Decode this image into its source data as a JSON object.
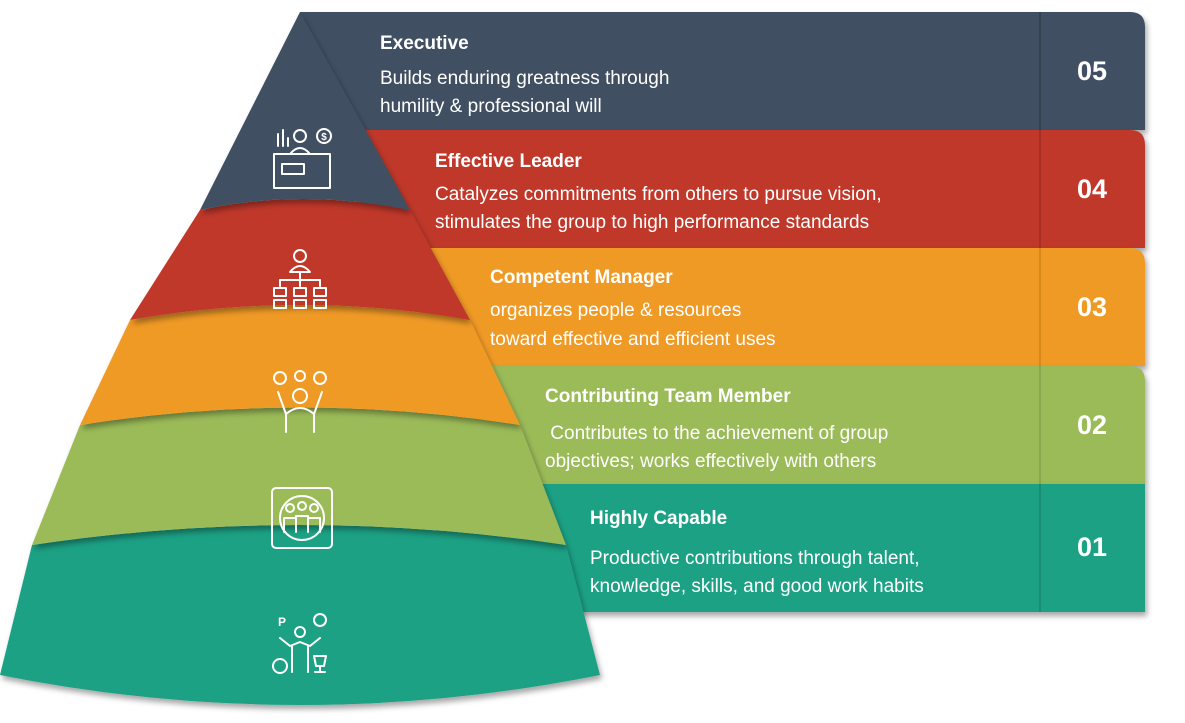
{
  "levels": [
    {
      "number": "05",
      "title": "Executive",
      "desc_line1": "Builds enduring greatness through",
      "desc_line2": "humility & professional will",
      "color": "#414f62",
      "icon": "executive-desk-icon"
    },
    {
      "number": "04",
      "title": "Effective Leader",
      "desc_line1": "Catalyzes commitments from others to pursue vision,",
      "desc_line2": "stimulates the group to high performance standards",
      "color": "#c0392b",
      "icon": "org-chart-icon"
    },
    {
      "number": "03",
      "title": "Competent Manager",
      "desc_line1": "organizes people & resources",
      "desc_line2": "toward effective and efficient uses",
      "color": "#f09a27",
      "icon": "ideas-person-icon"
    },
    {
      "number": "02",
      "title": "Contributing Team Member",
      "desc_line1": " Contributes to the achievement of group",
      "desc_line2": "objectives; works effectively with others",
      "color": "#9bbb59",
      "icon": "team-group-icon"
    },
    {
      "number": "01",
      "title": "Highly Capable",
      "desc_line1": "Productive contributions through talent,",
      "desc_line2": "knowledge, skills, and good work habits",
      "color": "#1fa185",
      "icon": "achiever-icon"
    }
  ]
}
